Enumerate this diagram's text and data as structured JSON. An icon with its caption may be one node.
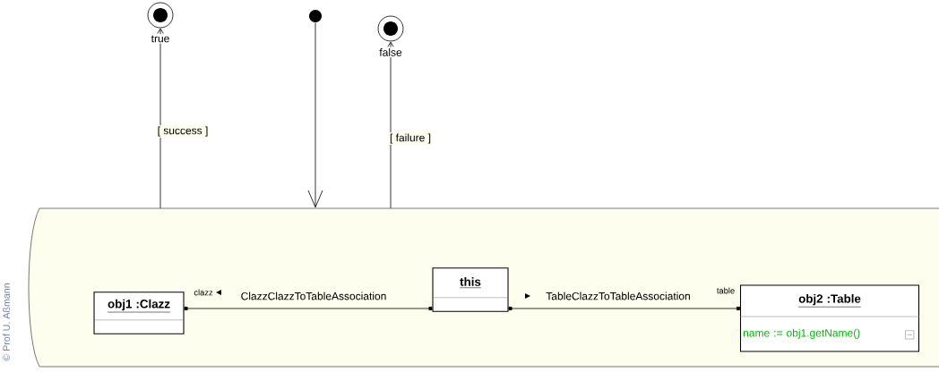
{
  "diagram": {
    "nodes": [
      {
        "text": [],
        "shape": "circle",
        "beside": [
          "true"
        ]
      },
      {
        "text": [],
        "shape": "circle"
      },
      {
        "text": [],
        "shape": "circle",
        "beside": [
          "false"
        ]
      },
      {
        "text": [],
        "shape": "box"
      },
      {
        "text": [
          "obj1 :Clazz"
        ],
        "in": 3
      },
      {
        "text": [
          "this"
        ],
        "in": 3
      },
      {
        "text": [
          "obj2 :Table",
          "name := obj1.getName()"
        ],
        "in": 3
      }
    ],
    "edges": [
      {
        "from": 3,
        "to": 0,
        "arrow": "to",
        "label": "[ success ]"
      },
      {
        "from": 1,
        "to": 3,
        "arrow": "to"
      },
      {
        "from": 3,
        "to": 2,
        "arrow": "to",
        "label": "[ failure ]"
      },
      {
        "from": 4,
        "to": 5,
        "arrow": "other",
        "label": "ClazzClazzToTableAssociation"
      },
      {
        "from": 5,
        "to": 6,
        "arrow": "other",
        "label": "TableClazzToTableAssociation"
      }
    ],
    "labels": [
      "clazz",
      "table",
      "© Prof U. Aßmann"
    ]
  }
}
